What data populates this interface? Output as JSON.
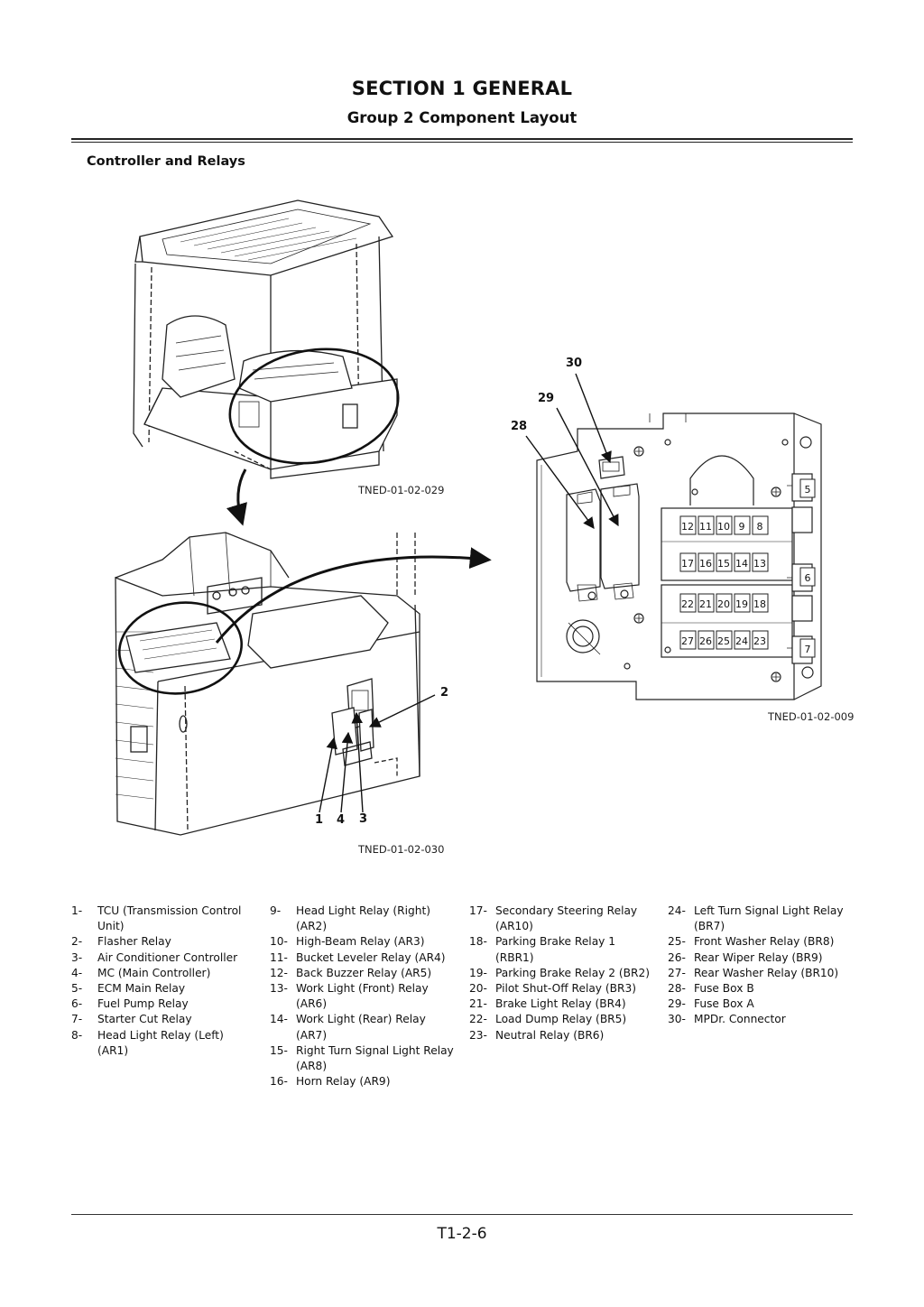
{
  "header": {
    "title": "SECTION 1 GENERAL",
    "subtitle": "Group 2 Component Layout"
  },
  "section_heading": "Controller and Relays",
  "figure": {
    "callouts": {
      "c30": "30",
      "c29": "29",
      "c28": "28",
      "c2": "2",
      "c1": "1",
      "c4": "4",
      "c3": "3"
    },
    "figure_ids": {
      "top": "TNED-01-02-029",
      "right": "TNED-01-02-009",
      "bottom": "TNED-01-02-030"
    },
    "fuse_box_numbers": {
      "row1": [
        "12",
        "11",
        "10",
        "9",
        "8"
      ],
      "row2": [
        "17",
        "16",
        "15",
        "14",
        "13"
      ],
      "row3": [
        "22",
        "21",
        "20",
        "19",
        "18"
      ],
      "row4": [
        "27",
        "26",
        "25",
        "24",
        "23"
      ],
      "side": [
        "5",
        "6",
        "7"
      ]
    }
  },
  "legend": {
    "col1": [
      {
        "num": "1-",
        "text": "TCU (Transmission Control Unit)"
      },
      {
        "num": "2-",
        "text": "Flasher Relay"
      },
      {
        "num": "3-",
        "text": "Air Conditioner Controller"
      },
      {
        "num": "4-",
        "text": "MC (Main Controller)"
      },
      {
        "num": "5-",
        "text": "ECM Main Relay"
      },
      {
        "num": "6-",
        "text": "Fuel Pump Relay"
      },
      {
        "num": "7-",
        "text": "Starter Cut Relay"
      },
      {
        "num": "8-",
        "text": "Head Light Relay (Left) (AR1)"
      }
    ],
    "col2": [
      {
        "num": "9-",
        "text": "Head Light Relay (Right) (AR2)"
      },
      {
        "num": "10-",
        "text": "High-Beam Relay (AR3)"
      },
      {
        "num": "11-",
        "text": "Bucket Leveler Relay (AR4)"
      },
      {
        "num": "12-",
        "text": "Back Buzzer Relay (AR5)"
      },
      {
        "num": "13-",
        "text": "Work Light (Front) Relay (AR6)"
      },
      {
        "num": "14-",
        "text": "Work Light (Rear) Relay (AR7)"
      },
      {
        "num": "15-",
        "text": "Right Turn Signal Light Relay (AR8)"
      },
      {
        "num": "16-",
        "text": "Horn Relay (AR9)"
      }
    ],
    "col3": [
      {
        "num": "17-",
        "text": "Secondary Steering Relay (AR10)"
      },
      {
        "num": "18-",
        "text": "Parking Brake Relay 1 (RBR1)"
      },
      {
        "num": "19-",
        "text": "Parking Brake Relay 2 (BR2)"
      },
      {
        "num": "20-",
        "text": "Pilot Shut-Off Relay (BR3)"
      },
      {
        "num": "21-",
        "text": "Brake Light Relay (BR4)"
      },
      {
        "num": "22-",
        "text": "Load Dump Relay (BR5)"
      },
      {
        "num": "23-",
        "text": "Neutral Relay (BR6)"
      }
    ],
    "col4": [
      {
        "num": "24-",
        "text": "Left Turn Signal Light Relay (BR7)"
      },
      {
        "num": "25-",
        "text": "Front Washer Relay (BR8)"
      },
      {
        "num": "26-",
        "text": "Rear Wiper Relay (BR9)"
      },
      {
        "num": "27-",
        "text": "Rear Washer Relay (BR10)"
      },
      {
        "num": "28-",
        "text": "Fuse Box B"
      },
      {
        "num": "29-",
        "text": "Fuse Box A"
      },
      {
        "num": "30-",
        "text": "MPDr. Connector"
      }
    ]
  },
  "footer": {
    "page_number": "T1-2-6"
  }
}
